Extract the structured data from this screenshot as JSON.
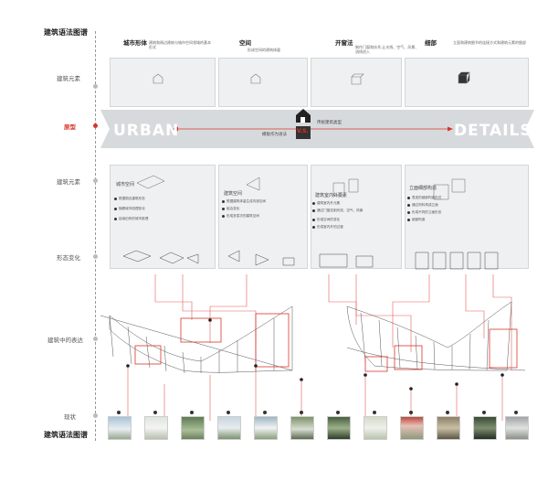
{
  "left_labels": {
    "top": "建筑语法图谱",
    "elements_1": "建筑元素",
    "prototype": "原型",
    "elements_2": "建筑元素",
    "form_change": "形态变化",
    "expression": "建筑中的表达",
    "status": "现状",
    "bottom": "建筑语法图谱"
  },
  "columns": [
    {
      "title": "城市形体",
      "desc": "建筑和周边建筑与城市空间领域的基本形式"
    },
    {
      "title": "空间",
      "desc": "形成空间的建筑体量"
    },
    {
      "title": "开窗法",
      "desc": "制作门窗和技术,让光线、空气、风景、流线进入"
    },
    {
      "title": "细部",
      "desc": "立面和建筑细节的连接方式和建筑元素的细部"
    }
  ],
  "banner": {
    "left": "URBAN",
    "right": "DETAILS",
    "vs": "V.S.",
    "top_text": "传统建筑类型",
    "bottom_text": "模板作为语法"
  },
  "lower_boxes": [
    {
      "title": "城市空间",
      "bullets": [
        "根据周边建筑形态",
        "随着城市肌理变化",
        "延续旧有的城市肌理"
      ]
    },
    {
      "title": "建筑空间",
      "bullets": [
        "根据建筑体量生成内部空间",
        "组合变化",
        "形成多层次的建筑空间"
      ]
    },
    {
      "title": "建筑室内外要素",
      "bullets": [
        "建筑室内外元素",
        "通过门窗控制光线、空气、风景",
        "形成空间的变化",
        "形成室内外的过渡"
      ]
    },
    {
      "title": "立面细部构造",
      "bullets": [
        "表皮的细部构造形式",
        "通过材料构成立面",
        "形成不同的立面形态",
        "细部构造"
      ]
    }
  ],
  "colors": {
    "accent": "#d9342b",
    "box": "#e1e4e6",
    "banner": "#c9cdd0",
    "line": "#888888"
  }
}
